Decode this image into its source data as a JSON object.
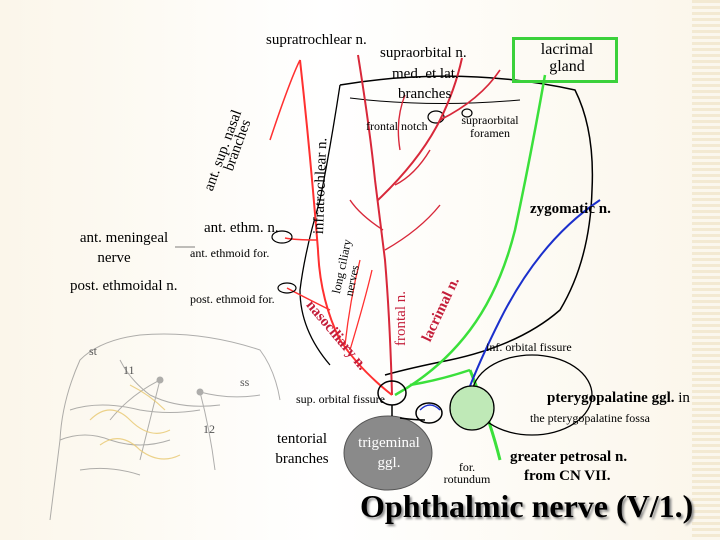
{
  "labels": {
    "supratrochlear": "supratrochlear n.",
    "supraorbital": "supraorbital n.",
    "med_lat": "med. et lat.",
    "branches": "branches",
    "lacrimal_gland": "lacrimal gland",
    "ant_sup_nasal": "ant. sup. nasal",
    "ant_sup_nasal_2": "branches",
    "infratrochlear": "infratrochlear n.",
    "frontal_notch": "frontal notch",
    "supraorbital_foramen": "supraorbital foramen",
    "zygomatic": "zygomatic n.",
    "ant_ethm_n": "ant. ethm. n.",
    "ant_ethmoid_for": "ant. ethmoid for.",
    "ant_meningeal": "ant. meningeal",
    "nerve": "nerve",
    "long_ciliary": "long ciliary nerves",
    "post_ethmoidal": "post. ethmoidal n.",
    "post_ethmoid_for": "post. ethmoid for.",
    "lacrimal_n": "lacrimal n.",
    "frontal_n": "frontal n.",
    "nasociliary": "nasociliary n.",
    "inf_orbital_fissure": "inf. orbital fissure",
    "sup_orbital_fissure": "sup. orbital fissure",
    "pterygopalatine_1": "pterygopalatine ggl.",
    "pterygopalatine_2": "in",
    "pterygopalatine_3": "the pterygopalatine fossa",
    "tentorial": "tentorial",
    "tentorial_2": "branches",
    "trigeminal": "trigeminal",
    "ggl": "ggl.",
    "for_rotundum_1": "for.",
    "for_rotundum_2": "rotundum",
    "greater_petrosal_1": "greater petrosal n.",
    "greater_petrosal_2": "from CN VII.",
    "title": "Ophthalmic nerve (V/1.)"
  },
  "inset_labels": [
    "st",
    "ss",
    "11",
    "12"
  ],
  "colors": {
    "frontal_branch": "#d8283a",
    "nasociliary": "#ff3030",
    "lacrimal": "#3be03b",
    "zygomatic": "#1b2fcc",
    "ganglion": "#8a8a8a",
    "pterygopalatine": "#bfe9b7",
    "title_shadow": "#8a8a8a"
  }
}
